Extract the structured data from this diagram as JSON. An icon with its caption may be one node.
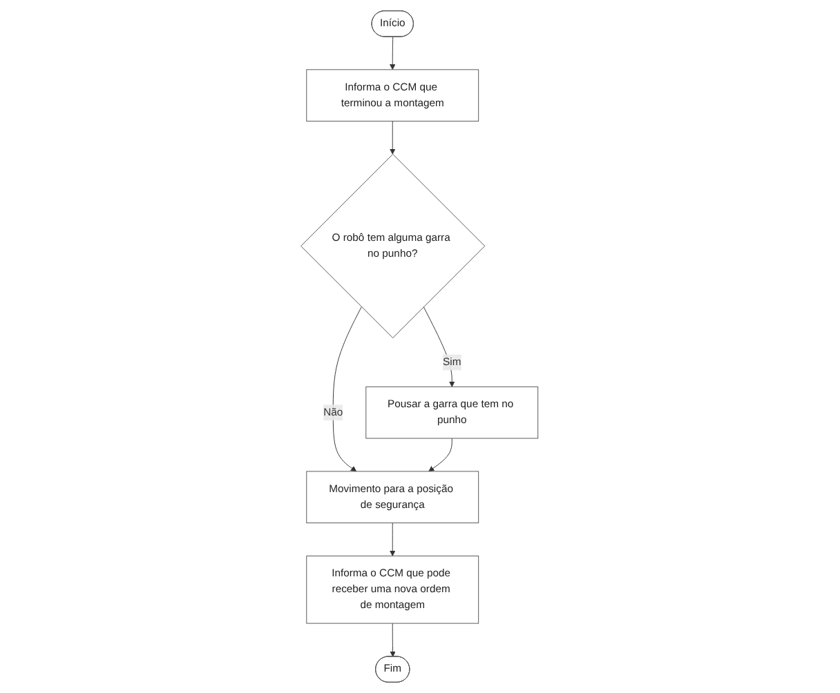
{
  "diagram": {
    "nodes": [
      {
        "text": [
          "Início"
        ]
      },
      {
        "text": [
          "Informa o CCM que terminou a montagem"
        ]
      },
      {
        "text": [
          "O robô tem alguma garra no punho?"
        ]
      },
      {
        "text": [
          "Pousar a garra que tem no punho"
        ]
      },
      {
        "text": [
          "Movimento para a posição de segurança"
        ]
      },
      {
        "text": [
          "Informa o CCM que pode receber uma nova ordem de montagem"
        ]
      },
      {
        "text": [
          "Fim"
        ]
      }
    ],
    "edges": [
      {
        "from": 0,
        "to": 1,
        "arrow": "to"
      },
      {
        "from": 1,
        "to": 2,
        "arrow": "to"
      },
      {
        "from": 2,
        "to": 3,
        "label": "Sim",
        "arrow": "to"
      },
      {
        "from": 2,
        "to": 4,
        "label": "Não",
        "arrow": "to"
      },
      {
        "from": 3,
        "to": 4,
        "arrow": "to"
      },
      {
        "from": 4,
        "to": 5,
        "arrow": "to"
      },
      {
        "from": 5,
        "to": 6,
        "arrow": "to"
      }
    ]
  }
}
